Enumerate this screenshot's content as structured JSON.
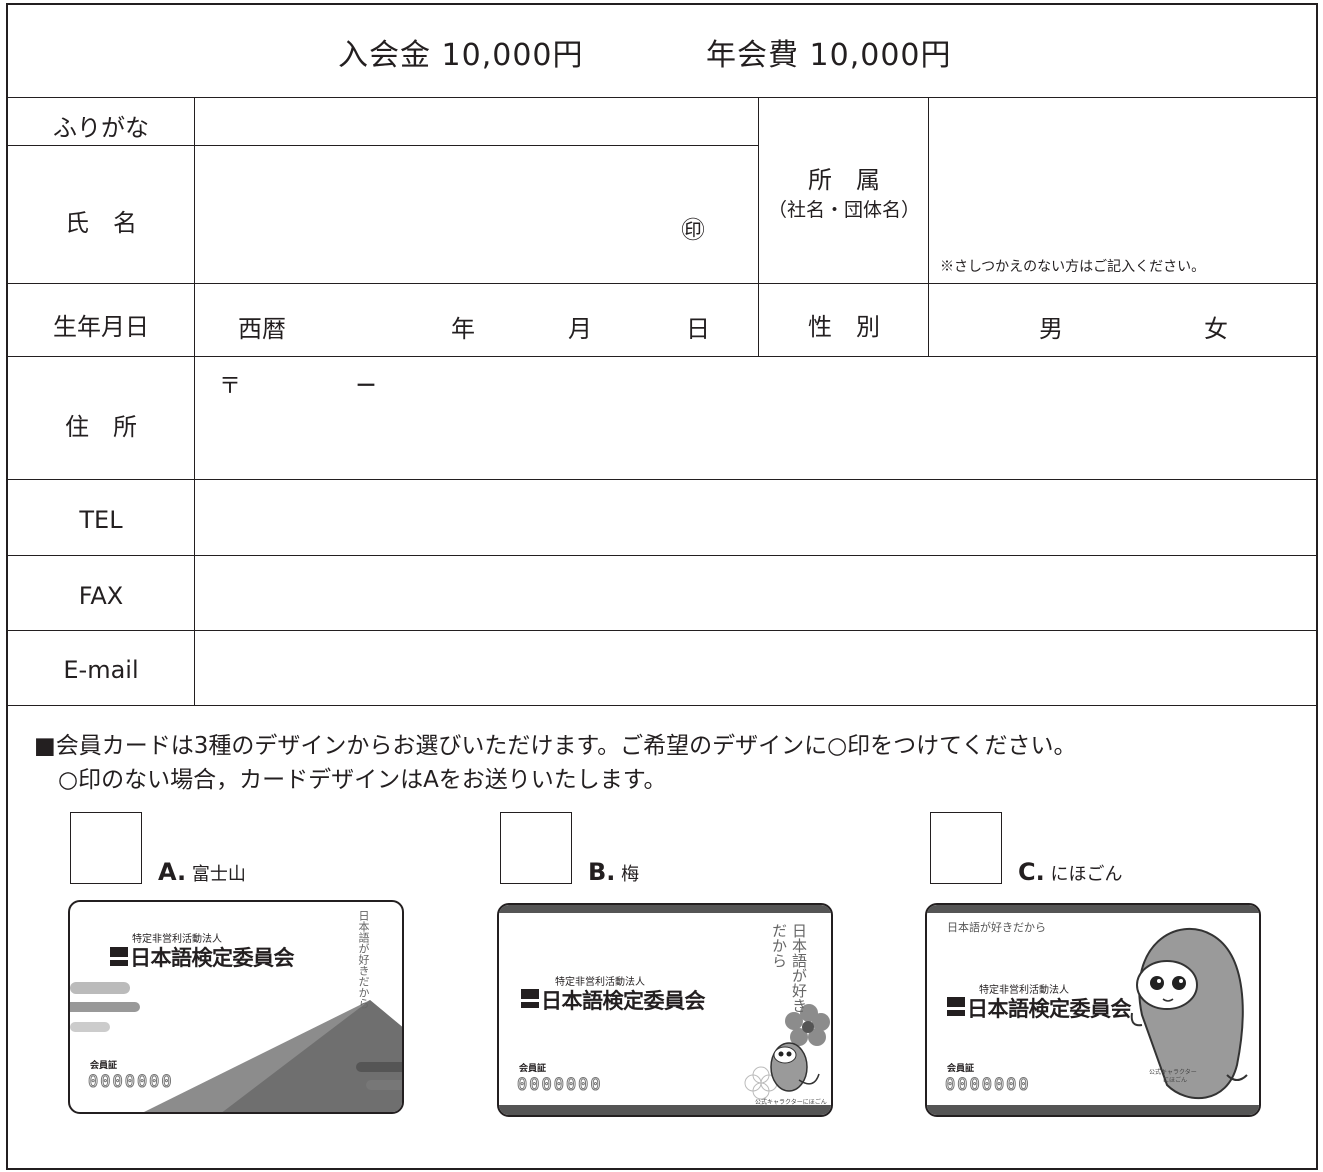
{
  "header": {
    "entry_fee": "入会金 10,000円",
    "annual_fee": "年会費 10,000円"
  },
  "form": {
    "furigana_label": "ふりがな",
    "name_label": "氏　名",
    "seal_mark": "㊞",
    "affiliation_label": "所　属",
    "affiliation_sub": "（社名・団体名）",
    "affiliation_note": "※さしつかえのない方はご記入ください。",
    "birthdate_label": "生年月日",
    "era": "西暦",
    "year": "年",
    "month": "月",
    "day": "日",
    "gender_label": "性　別",
    "male": "男",
    "female": "女",
    "address_label": "住　所",
    "postal_mark": "〒",
    "postal_dash": "－",
    "tel_label": "TEL",
    "fax_label": "FAX",
    "email_label": "E-mail"
  },
  "notice": {
    "line1": "■会員カードは3種のデザインからお選びいただけます。ご希望のデザインに○印をつけてください。",
    "line2": "○印のない場合，カードデザインはAをお送りいたします。"
  },
  "cards": [
    {
      "letter": "A.",
      "name": "富士山"
    },
    {
      "letter": "B.",
      "name": "梅"
    },
    {
      "letter": "C.",
      "name": "にほごん"
    }
  ],
  "card_text": {
    "org": "特定非営利活動法人",
    "name": "日本語検定委員会",
    "member": "会員証",
    "number": "0000000",
    "slogan_vertical": "日本語が好きだから",
    "slogan": "日本語が好きだから",
    "caption_b": "公式キャラクターにほごん",
    "caption_c1": "公式キャラクター",
    "caption_c2": "にほごん"
  },
  "colors": {
    "ink": "#231f20",
    "card_gray": "#9a9a9a",
    "card_dark": "#555555"
  }
}
